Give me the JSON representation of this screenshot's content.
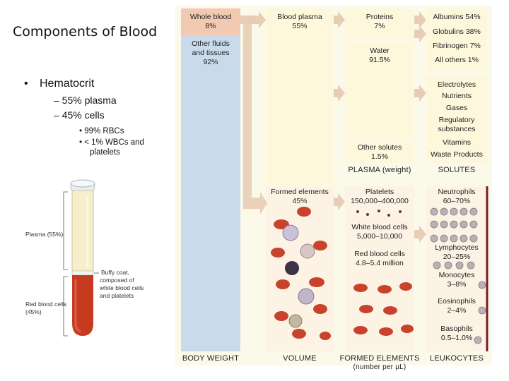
{
  "slide": {
    "title": "Components of Blood",
    "bullet1": "Hematocrit",
    "sub1": "– 55% plasma",
    "sub2": "– 45% cells",
    "subsub1": "• 99% RBCs",
    "subsub2a": "• < 1% WBCs and",
    "subsub2b": "platelets"
  },
  "tube": {
    "plasma_label": "Plasma (55%)",
    "buffy_label_1": "Buffy coat,",
    "buffy_label_2": "composed of",
    "buffy_label_3": "white blood cells",
    "buffy_label_4": "and platelets",
    "rbc_label_1": "Red blood cells",
    "rbc_label_2": "(45%)"
  },
  "diagram": {
    "whole_blood_1": "Whole blood",
    "whole_blood_2": "8%",
    "other_fluids_1": "Other fluids",
    "other_fluids_2": "and tissues",
    "other_fluids_3": "92%",
    "blood_plasma_1": "Blood plasma",
    "blood_plasma_2": "55%",
    "proteins_1": "Proteins",
    "proteins_2": "7%",
    "water_1": "Water",
    "water_2": "91.5%",
    "other_solutes_1": "Other solutes",
    "other_solutes_2": "1.5%",
    "albumins": "Albumins 54%",
    "globulins": "Globulins 38%",
    "fibrinogen": "Fibrinogen 7%",
    "all_others": "All others 1%",
    "electrolytes": "Electrolytes",
    "nutrients": "Nutrients",
    "gases": "Gases",
    "regulatory_1": "Regulatory",
    "regulatory_2": "substances",
    "vitamins": "Vitamins",
    "waste": "Waste Products",
    "formed_elements_1": "Formed elements",
    "formed_elements_2": "45%",
    "platelets_1": "Platelets",
    "platelets_2": "150,000–400,000",
    "wbc_1": "White blood cells",
    "wbc_2": "5,000–10,000",
    "rbc_1": "Red blood cells",
    "rbc_2": "4.8–5.4 million",
    "neutrophils_1": "Neutrophils",
    "neutrophils_2": "60–70%",
    "lymphocytes_1": "Lymphocytes",
    "lymphocytes_2": "20–25%",
    "monocytes_1": "Monocytes",
    "monocytes_2": "3–8%",
    "eosinophils_1": "Eosinophils",
    "eosinophils_2": "2–4%",
    "basophils_1": "Basophils",
    "basophils_2": "0.5–1.0%",
    "plasma_weight": "PLASMA (weight)",
    "solutes": "SOLUTES",
    "body_weight": "BODY WEIGHT",
    "volume": "VOLUME",
    "formed_caption_1": "FORMED ELEMENTS",
    "formed_caption_2": "(number per µL)",
    "leukocytes": "LEUKOCYTES"
  },
  "colors": {
    "whole_blood_box": "#f2c9b1",
    "other_fluids_box": "#c9dbea",
    "panel_bg": "#fbf9ea",
    "arrow": "#e8cdb5",
    "rbc": "#c8432b",
    "tube_plasma": "#f7efc9",
    "tube_rbc": "#c63a1f"
  }
}
